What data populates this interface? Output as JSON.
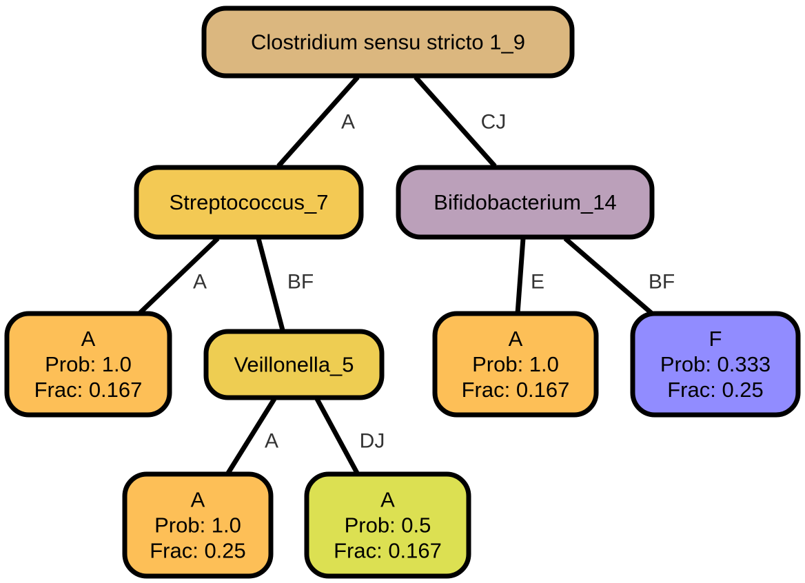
{
  "tree": {
    "nodes": [
      {
        "id": "root",
        "kind": "split",
        "lines": [
          "Clostridium sensu stricto 1_9"
        ],
        "color": "#dbb77f"
      },
      {
        "id": "strep",
        "kind": "split",
        "lines": [
          "Streptococcus_7"
        ],
        "color": "#f3c954"
      },
      {
        "id": "bifido",
        "kind": "split",
        "lines": [
          "Bifidobacterium_14"
        ],
        "color": "#bba0ba"
      },
      {
        "id": "leaf1",
        "kind": "leaf",
        "lines": [
          "A",
          "Prob: 1.0",
          "Frac: 0.167"
        ],
        "color": "#fdbf57"
      },
      {
        "id": "veill",
        "kind": "split",
        "lines": [
          "Veillonella_5"
        ],
        "color": "#eecd52"
      },
      {
        "id": "leaf2",
        "kind": "leaf",
        "lines": [
          "A",
          "Prob: 1.0",
          "Frac: 0.167"
        ],
        "color": "#fdbf57"
      },
      {
        "id": "leaf3",
        "kind": "leaf",
        "lines": [
          "F",
          "Prob: 0.333",
          "Frac: 0.25"
        ],
        "color": "#918cff"
      },
      {
        "id": "leaf4",
        "kind": "leaf",
        "lines": [
          "A",
          "Prob: 1.0",
          "Frac: 0.25"
        ],
        "color": "#fdbf57"
      },
      {
        "id": "leaf5",
        "kind": "leaf",
        "lines": [
          "A",
          "Prob: 0.5",
          "Frac: 0.167"
        ],
        "color": "#dce052"
      }
    ],
    "edges": [
      {
        "from": "root",
        "to": "strep",
        "label": "A"
      },
      {
        "from": "root",
        "to": "bifido",
        "label": "CJ"
      },
      {
        "from": "strep",
        "to": "leaf1",
        "label": "A"
      },
      {
        "from": "strep",
        "to": "veill",
        "label": "BF"
      },
      {
        "from": "bifido",
        "to": "leaf2",
        "label": "E"
      },
      {
        "from": "bifido",
        "to": "leaf3",
        "label": "BF"
      },
      {
        "from": "veill",
        "to": "leaf4",
        "label": "A"
      },
      {
        "from": "veill",
        "to": "leaf5",
        "label": "DJ"
      }
    ]
  }
}
